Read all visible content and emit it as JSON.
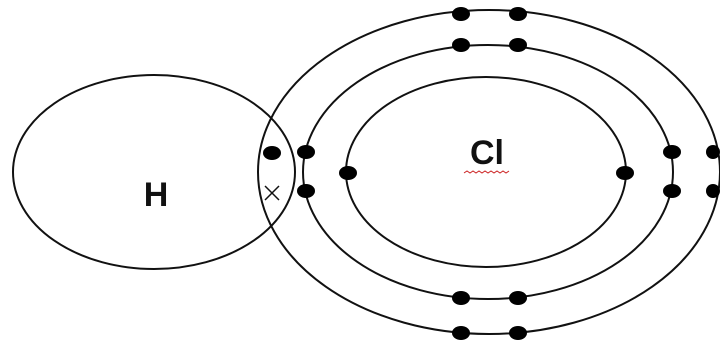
{
  "diagram": {
    "title": "",
    "atoms": [
      {
        "symbol": "H",
        "shells": 1,
        "own_electrons": 1,
        "electron_mark": "cross"
      },
      {
        "symbol": "Cl",
        "shells": 3,
        "electrons_per_shell": [
          2,
          8,
          7
        ],
        "electron_mark": "dot"
      }
    ],
    "shared_pair": {
      "marks": [
        "dot",
        "cross"
      ]
    },
    "colors": {
      "line": "#111111",
      "electron": "#000000",
      "spellcheck_underline": "#cc2222"
    }
  }
}
